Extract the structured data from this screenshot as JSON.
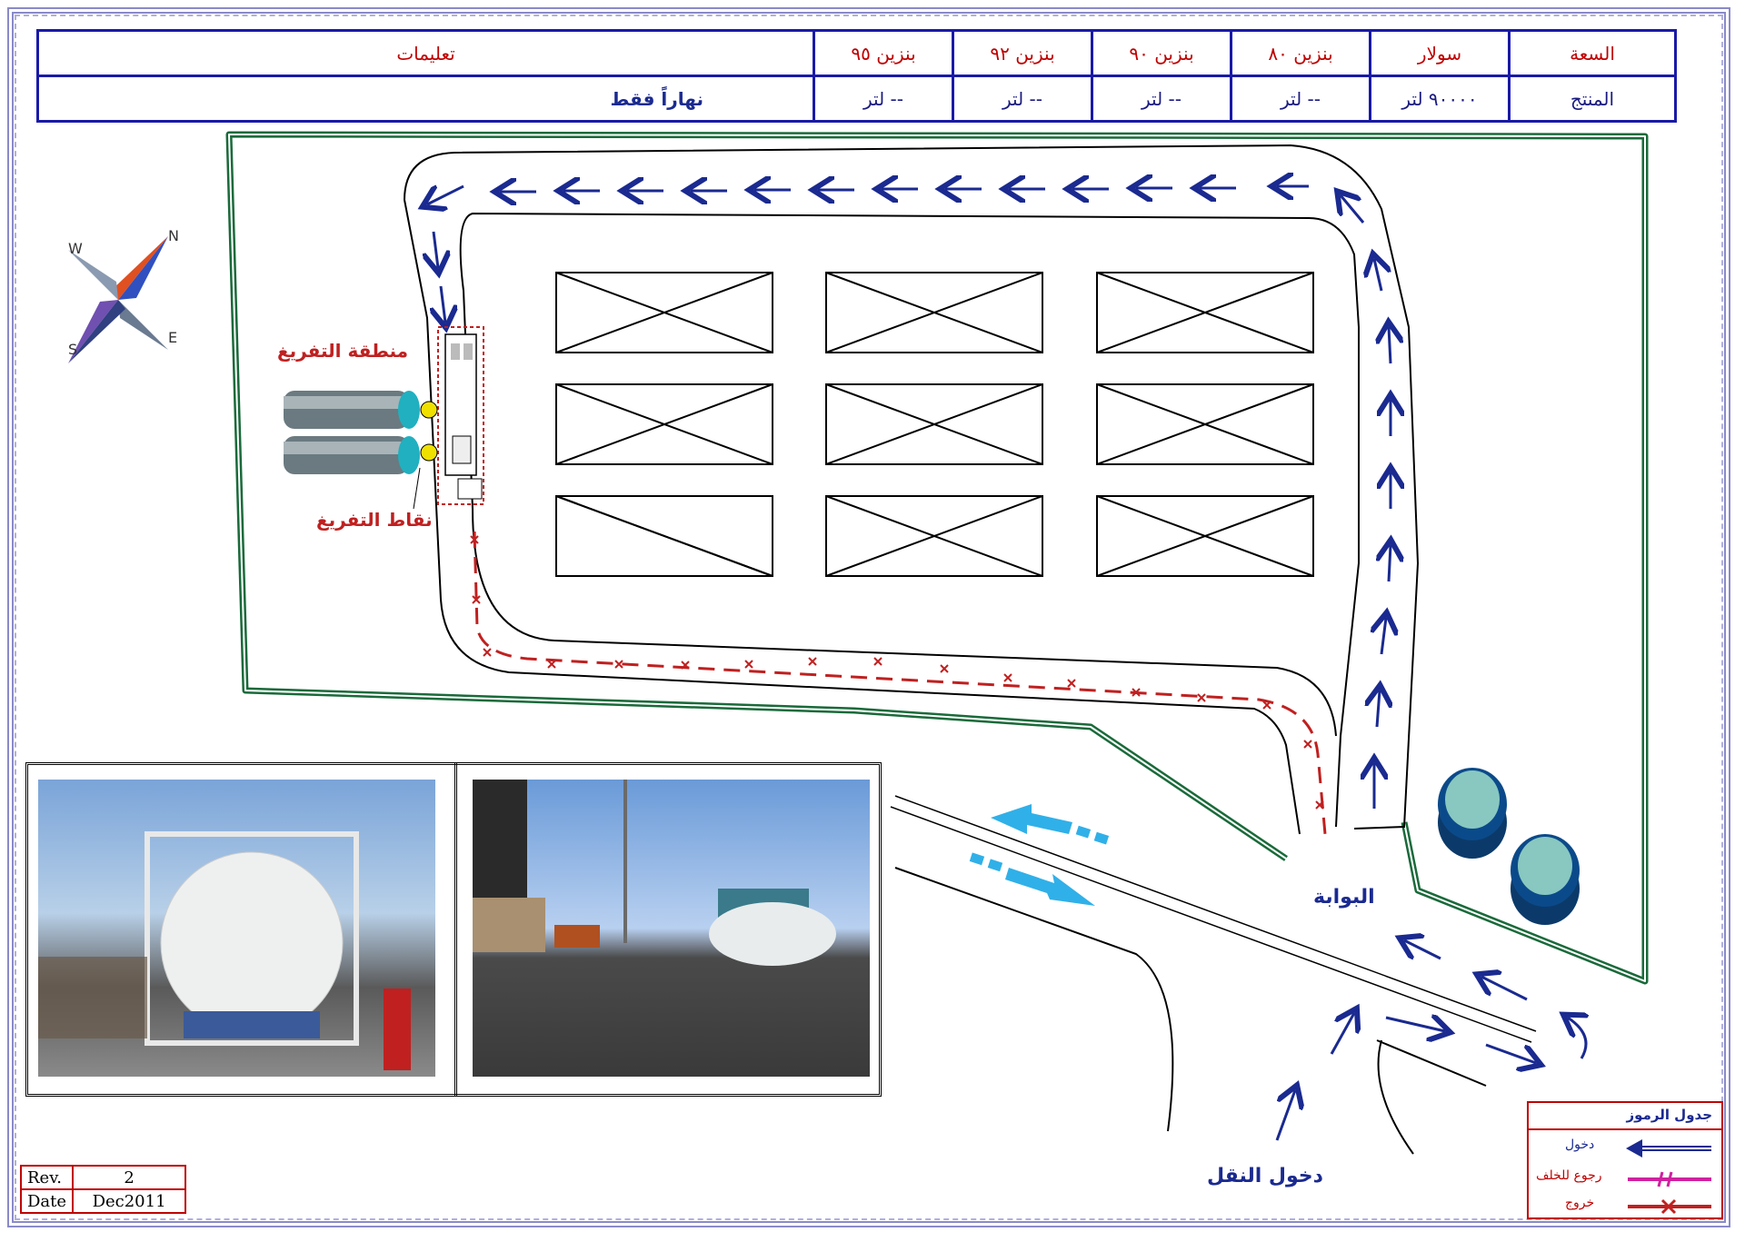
{
  "header": {
    "capacity_label": "السعة",
    "product_label": "المنتج",
    "instructions_label": "تعليمات",
    "instructions_value": "نهاراً فقط",
    "products": [
      {
        "name": "سولار",
        "value": "٩٠٠٠٠ لتر"
      },
      {
        "name": "بنزين ٨٠",
        "value": "-- لتر"
      },
      {
        "name": "بنزين ٩٠",
        "value": "-- لتر"
      },
      {
        "name": "بنزين ٩٢",
        "value": "-- لتر"
      },
      {
        "name": "بنزين ٩٥",
        "value": "-- لتر"
      }
    ]
  },
  "compass": {
    "n": "N",
    "e": "E",
    "s": "S",
    "w": "W"
  },
  "labels": {
    "unloading_area": "منطقة التفريغ",
    "unloading_points": "نقاط التفريغ",
    "gate": "البوابة",
    "transport_entry": "دخول النقل"
  },
  "legend": {
    "title": "جدول الرموز",
    "items": [
      {
        "label": "دخول",
        "color": "#1a2a90"
      },
      {
        "label": "رجوع للخلف",
        "color": "#d020a0"
      },
      {
        "label": "خروج",
        "color": "#c00000"
      }
    ]
  },
  "revision": {
    "rev_label": "Rev.",
    "rev_value": "2",
    "date_label": "Date",
    "date_value": "Dec2011"
  },
  "colors": {
    "fence": "#1a6a3a",
    "entry_arrow": "#1a2a90",
    "exit_path": "#c02020",
    "traffic_arrow": "#30b0e8"
  }
}
